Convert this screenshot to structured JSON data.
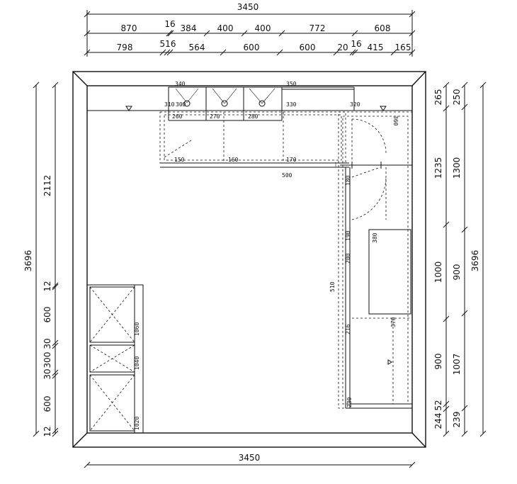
{
  "top_dims": {
    "total": "3450",
    "row1": [
      "870",
      "16",
      "384",
      "400",
      "400",
      "772",
      "608"
    ],
    "row2": [
      "798",
      "516",
      "564",
      "600",
      "600",
      "20",
      "16",
      "415",
      "165"
    ]
  },
  "bottom_dim": "3450",
  "left_dims": {
    "total": "3696",
    "upper": "2112",
    "cells": [
      "12",
      "600",
      "30",
      "300",
      "30",
      "600",
      "12"
    ]
  },
  "right_dims": {
    "inner": [
      "265",
      "1235",
      "1000",
      "900",
      "52",
      "244"
    ],
    "outer": [
      "250",
      "1300",
      "900",
      "1007",
      "239"
    ],
    "total": "3696"
  },
  "plan_labels": {
    "wall_top": [
      "340",
      "350"
    ],
    "wall_row": [
      "310",
      "300",
      "330",
      "320"
    ],
    "base_top": [
      "260",
      "270",
      "280"
    ],
    "run_top": [
      "150",
      "160",
      "170"
    ],
    "run_500": "500",
    "corner_360": "360",
    "side_vertical": [
      "180",
      "200",
      "190",
      "216",
      "230"
    ],
    "island": [
      "380",
      "370"
    ],
    "run_510": "510",
    "left_stack": [
      "1060",
      "1040",
      "1020"
    ]
  }
}
